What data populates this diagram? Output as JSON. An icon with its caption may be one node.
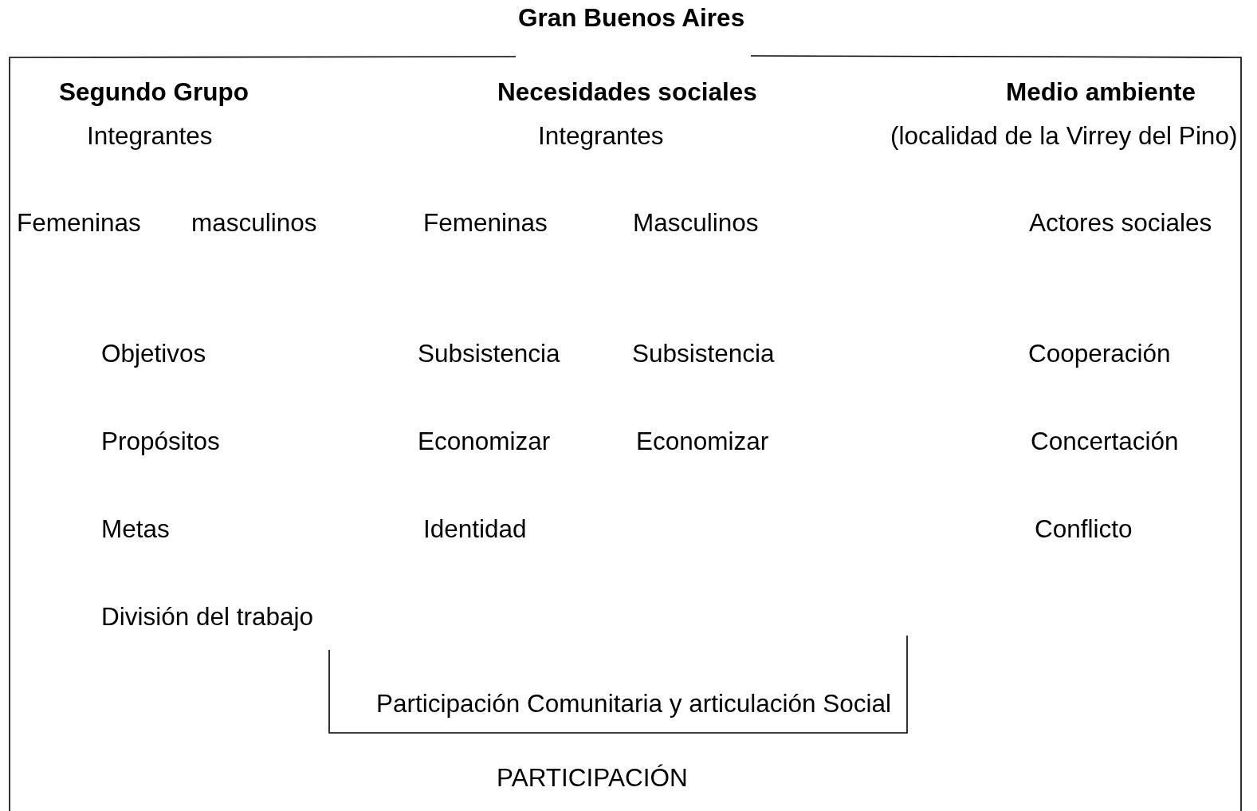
{
  "diagram": {
    "nodes": [
      {
        "text": [
          "Gran Buenos Aires"
        ]
      },
      {
        "text": [
          "Participación Comunitaria y articulación Social"
        ],
        "in": 0
      }
    ],
    "labels": [
      "Segundo Grupo",
      "Necesidades sociales",
      "Medio ambiente",
      "Integrantes",
      "Integrantes",
      "(localidad de la Virrey del Pino)",
      "Femeninas",
      "masculinos",
      "Femeninas",
      "Masculinos",
      "Actores sociales",
      "Objetivos",
      "Subsistencia",
      "Subsistencia",
      "Cooperación",
      "Propósitos",
      "Economizar",
      "Economizar",
      "Concertación",
      "Metas",
      "Identidad",
      "Conflicto",
      "División del trabajo",
      "PARTICIPACIÓN"
    ]
  }
}
